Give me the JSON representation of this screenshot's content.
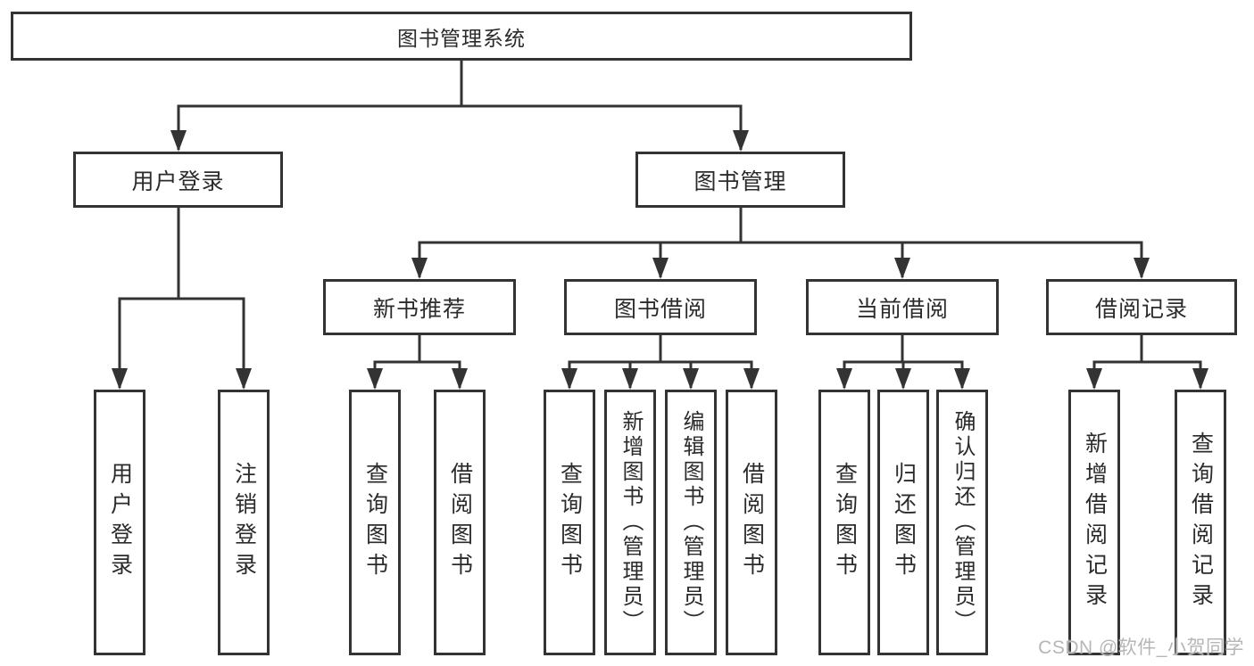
{
  "tree": {
    "root": "图书管理系统",
    "branches": [
      {
        "label": "用户登录",
        "children": [
          "用户登录",
          "注销登录"
        ]
      },
      {
        "label": "图书管理",
        "sections": [
          {
            "label": "新书推荐",
            "children": [
              "查询图书",
              "借阅图书"
            ]
          },
          {
            "label": "图书借阅",
            "children": [
              "查询图书",
              "新增图书（管理员）",
              "编辑图书（管理员）",
              "借阅图书"
            ]
          },
          {
            "label": "当前借阅",
            "children": [
              "查询图书",
              "归还图书",
              "确认归还（管理员）"
            ]
          },
          {
            "label": "借阅记录",
            "children": [
              "新增借阅记录",
              "查询借阅记录"
            ]
          }
        ]
      }
    ]
  },
  "watermark": {
    "text": "CSDN @软件_小贺同学"
  },
  "colors": {
    "line": "#333333",
    "box_border": "#333333",
    "box_fill": "#ffffff",
    "text": "#2b2b2b",
    "watermark": "#b6b6b6",
    "background": "#ffffff"
  }
}
